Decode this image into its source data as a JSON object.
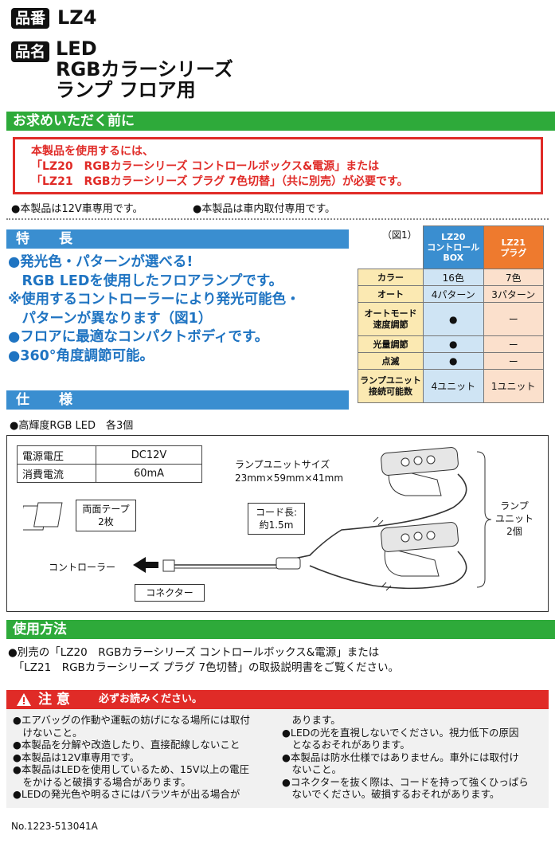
{
  "header": {
    "part_no_tag": "品番",
    "part_no": "LZ4",
    "name_tag": "品名",
    "name_lines": [
      "LED",
      "RGBカラーシリーズ",
      "ランプ フロア用"
    ]
  },
  "prereq": {
    "title": "お求めいただく前に",
    "red_lines": [
      "本製品を使用するには、",
      "「LZ20　RGBカラーシリーズ コントロールボックス&電源」または",
      "「LZ21　RGBカラーシリーズ プラグ 7色切替」（共に別売）が必要です。"
    ],
    "notes": [
      "●本製品は12V車専用です。",
      "●本製品は車内取付専用です。"
    ]
  },
  "features": {
    "title": "特　長",
    "lines": [
      "●発光色・パターンが選べる!",
      "　RGB LEDを使用したフロアランプです。",
      "※使用するコントローラーにより発光可能色・",
      "　パターンが異なります（図1）",
      "●フロアに最適なコンパクトボディです。",
      "●360°角度調節可能。"
    ]
  },
  "figure1": {
    "label": "（図1）",
    "col1_header": [
      "LZ20",
      "コントロール",
      "BOX"
    ],
    "col2_header": [
      "LZ21",
      "プラグ"
    ],
    "rows": [
      {
        "label": [
          "カラー"
        ],
        "c1": "16色",
        "c2": "7色"
      },
      {
        "label": [
          "オート"
        ],
        "c1": "4パターン",
        "c2": "3パターン"
      },
      {
        "label": [
          "オートモード",
          "速度調節"
        ],
        "c1": "●",
        "c2": "ー"
      },
      {
        "label": [
          "光量調節"
        ],
        "c1": "●",
        "c2": "ー"
      },
      {
        "label": [
          "点滅"
        ],
        "c1": "●",
        "c2": "ー"
      },
      {
        "label": [
          "ランプユニット",
          "接続可能数"
        ],
        "c1": "4ユニット",
        "c2": "1ユニット"
      }
    ]
  },
  "spec": {
    "title": "仕　様",
    "led_line": "●高輝度RGB LED　各3個",
    "table": [
      {
        "k": "電源電圧",
        "v": "DC12V"
      },
      {
        "k": "消費電流",
        "v": "60mA"
      }
    ],
    "unit_size_label": "ランプユニットサイズ",
    "unit_size": "23mm×59mm×41mm",
    "tape": [
      "両面テープ",
      "2枚"
    ],
    "cord": [
      "コード長:",
      "約1.5m"
    ],
    "lamp_units": [
      "ランプ",
      "ユニット",
      "2個"
    ],
    "controller": "コントローラー",
    "connector": "コネクター"
  },
  "usage": {
    "title": "使用方法",
    "lines": [
      "●別売の「LZ20　RGBカラーシリーズ コントロールボックス&電源」または",
      "　「LZ21　RGBカラーシリーズ プラグ 7色切替」の取扱説明書をご覧ください。"
    ]
  },
  "caution": {
    "title": "注 意",
    "subtitle": "必ずお読みください。",
    "left": [
      "●エアバッグの作動や運転の妨げになる場所には取付",
      "　けないこと。",
      "●本製品を分解や改造したり、直接配線しないこと",
      "●本製品は12V車専用です。",
      "●本製品はLEDを使用しているため、15V以上の電圧",
      "　をかけると破損する場合があります。",
      "●LEDの発光色や明るさにはバラツキが出る場合が"
    ],
    "right": [
      "　あります。",
      "●LEDの光を直視しないでください。視力低下の原因",
      "　となるおそれがあります。",
      "●本製品は防水仕様ではありません。車外には取付け",
      "　ないこと。",
      "●コネクターを抜く際は、コードを持って強くひっぱら",
      "　ないでください。破損するおそれがあります。"
    ]
  },
  "footer": {
    "code": "No.1223-513041A"
  }
}
